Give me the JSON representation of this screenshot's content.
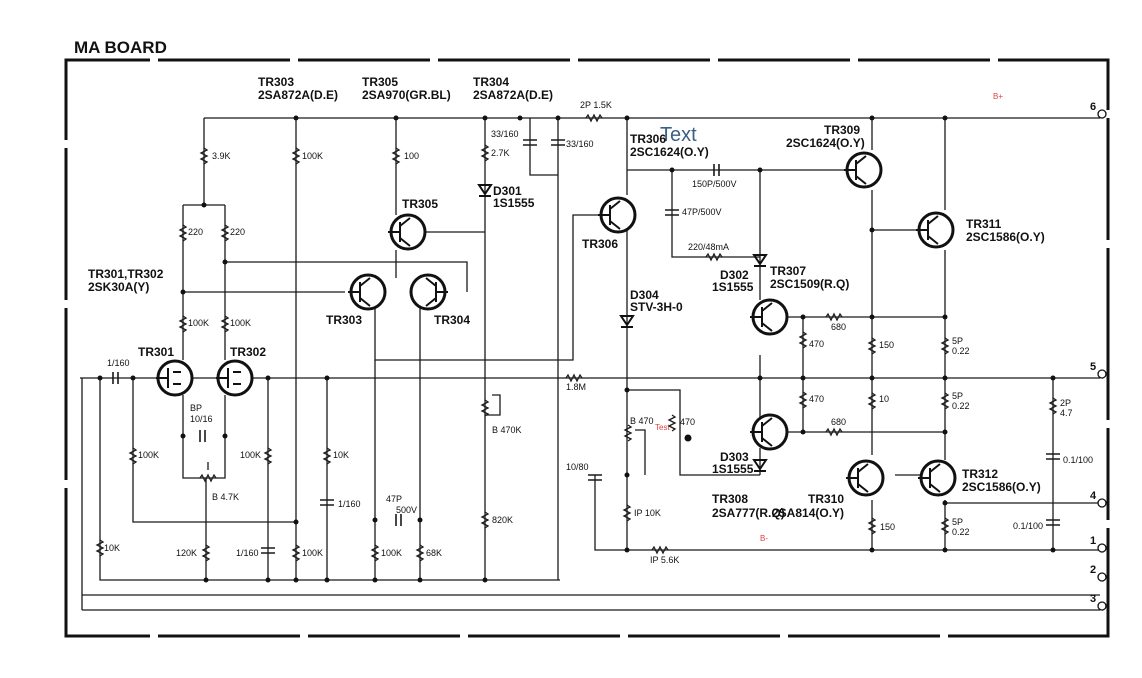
{
  "title": "MA BOARD",
  "annotation_text": "Text",
  "annotations_red": [
    "B+",
    "B-",
    "Test"
  ],
  "terminals": [
    "6",
    "5",
    "4",
    "1",
    "2",
    "3"
  ],
  "transistors": [
    {
      "id": "tr303_hdr",
      "ref": "TR303",
      "part": "2SA872A(D.E)"
    },
    {
      "id": "tr305_hdr",
      "ref": "TR305",
      "part": "2SA970(GR.BL)"
    },
    {
      "id": "tr304_hdr",
      "ref": "TR304",
      "part": "2SA872A(D.E)"
    },
    {
      "id": "tr306_hdr",
      "ref": "TR306",
      "part": "2SC1624(O.Y)"
    },
    {
      "id": "tr309_hdr",
      "ref": "TR309",
      "part": "2SC1624(O.Y)"
    },
    {
      "id": "tr311_hdr",
      "ref": "TR311",
      "part": "2SC1586(O.Y)"
    },
    {
      "id": "tr301_302_hdr",
      "ref": "TR301,TR302",
      "part": "2SK30A(Y)"
    },
    {
      "id": "tr307_hdr",
      "ref": "TR307",
      "part": "2SC1509(R.Q)"
    },
    {
      "id": "tr312_hdr",
      "ref": "TR312",
      "part": "2SC1586(O.Y)"
    },
    {
      "id": "tr308_hdr",
      "ref": "TR308",
      "part": "2SA777(R.Q)"
    },
    {
      "id": "tr310_hdr",
      "ref": "TR310",
      "part": "2SA814(O.Y)"
    }
  ],
  "diodes": [
    {
      "ref": "D301",
      "part": "1S1555"
    },
    {
      "ref": "D302",
      "part": "1S1555"
    },
    {
      "ref": "D303",
      "part": "1S1555"
    },
    {
      "ref": "D304",
      "part": "STV-3H-0"
    }
  ],
  "device_labels": [
    "TR305",
    "TR306",
    "TR303",
    "TR304",
    "TR301",
    "TR302"
  ],
  "components": [
    "3.9K",
    "100K",
    "100",
    "2.7K",
    "33/160",
    "33/160",
    "2P 1.5K",
    "150P/500V",
    "47P/500V",
    "220/48mA",
    "220",
    "220",
    "100K",
    "100K",
    "680",
    "470",
    "150",
    "5P",
    "0.22",
    "1/160",
    "BP",
    "10/16",
    "100K",
    "100K",
    "10K",
    "1.8M",
    "B 470K",
    "470",
    "10",
    "5P",
    "0.22",
    "470",
    "B 470",
    "680",
    "2P",
    "4.7",
    "0.1/100",
    "10/80",
    "B 4.7K",
    "1/160",
    "47P",
    "500V",
    "IP 10K",
    "820K",
    "150",
    "5P",
    "0.22",
    "0.1/100",
    "10K",
    "120K",
    "1/160",
    "100K",
    "100K",
    "68K",
    "IP 5.6K"
  ]
}
